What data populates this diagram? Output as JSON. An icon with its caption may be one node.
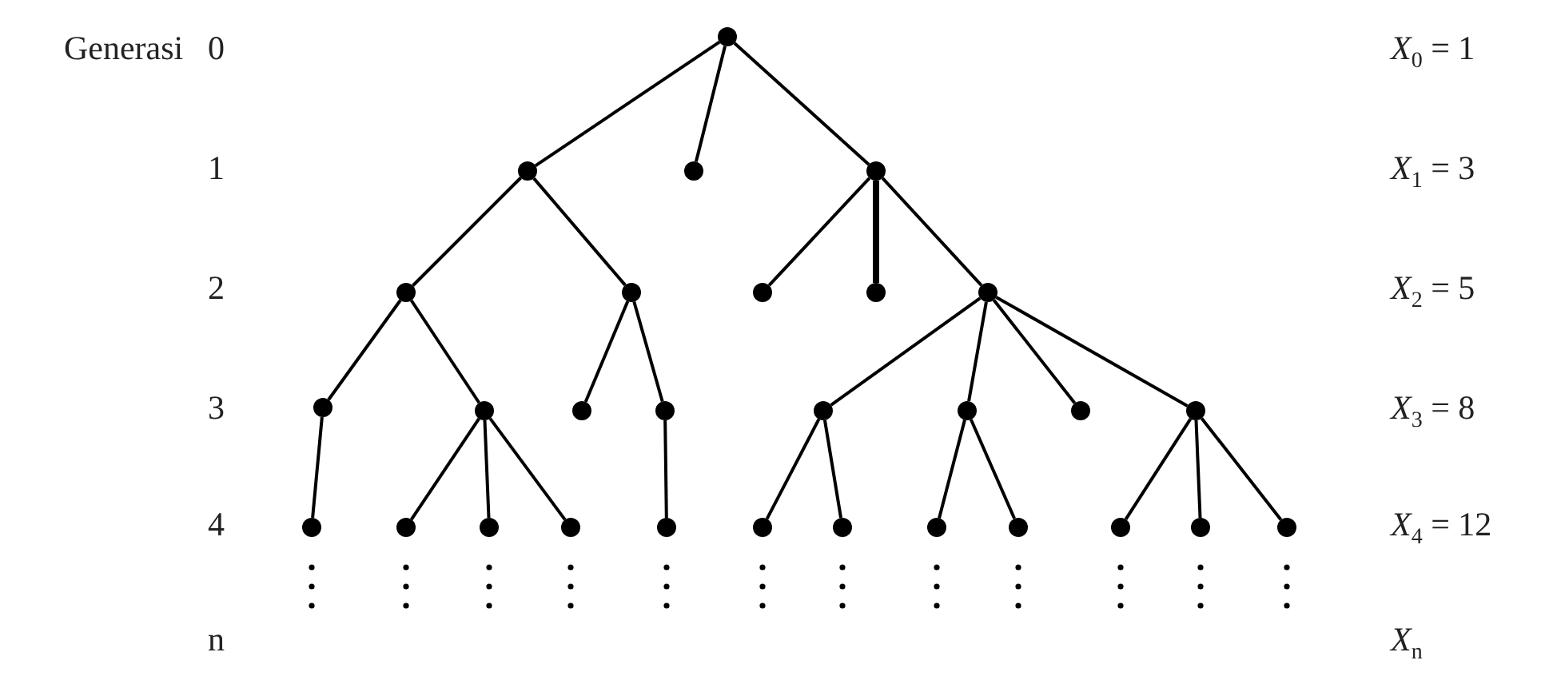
{
  "diagram": {
    "nodes": [
      {
        "text": [],
        "shape": "circle"
      },
      {
        "text": [],
        "shape": "circle"
      },
      {
        "text": [],
        "shape": "circle"
      },
      {
        "text": [],
        "shape": "circle"
      },
      {
        "text": [],
        "shape": "circle"
      },
      {
        "text": [],
        "shape": "circle"
      },
      {
        "text": [],
        "shape": "circle"
      },
      {
        "text": [],
        "shape": "circle"
      },
      {
        "text": [],
        "shape": "circle"
      },
      {
        "text": [],
        "shape": "circle"
      },
      {
        "text": [],
        "shape": "circle"
      },
      {
        "text": [],
        "shape": "circle"
      },
      {
        "text": [],
        "shape": "circle"
      },
      {
        "text": [],
        "shape": "circle"
      },
      {
        "text": [],
        "shape": "circle"
      },
      {
        "text": [],
        "shape": "circle"
      },
      {
        "text": [],
        "shape": "circle"
      },
      {
        "text": [],
        "shape": "circle"
      },
      {
        "text": [],
        "shape": "circle"
      },
      {
        "text": [],
        "shape": "circle"
      },
      {
        "text": [],
        "shape": "circle"
      },
      {
        "text": [],
        "shape": "circle"
      },
      {
        "text": [],
        "shape": "circle"
      },
      {
        "text": [],
        "shape": "circle"
      },
      {
        "text": [],
        "shape": "circle"
      },
      {
        "text": [],
        "shape": "circle"
      },
      {
        "text": [],
        "shape": "circle"
      },
      {
        "text": [],
        "shape": "circle"
      },
      {
        "text": [],
        "shape": "circle"
      }
    ],
    "edges": [
      {
        "from": 0,
        "to": 1,
        "arrow": "none"
      },
      {
        "from": 0,
        "to": 2,
        "arrow": "none"
      },
      {
        "from": 0,
        "to": 3,
        "arrow": "none"
      },
      {
        "from": 1,
        "to": 4,
        "arrow": "none"
      },
      {
        "from": 1,
        "to": 5,
        "arrow": "none"
      },
      {
        "from": 3,
        "to": 6,
        "arrow": "none"
      },
      {
        "from": 3,
        "to": 7,
        "arrow": "none",
        "style": "thick"
      },
      {
        "from": 3,
        "to": 8,
        "arrow": "none"
      },
      {
        "from": 4,
        "to": 9,
        "arrow": "none"
      },
      {
        "from": 4,
        "to": 10,
        "arrow": "none"
      },
      {
        "from": 5,
        "to": 11,
        "arrow": "none"
      },
      {
        "from": 5,
        "to": 12,
        "arrow": "none"
      },
      {
        "from": 8,
        "to": 13,
        "arrow": "none"
      },
      {
        "from": 8,
        "to": 14,
        "arrow": "none"
      },
      {
        "from": 8,
        "to": 15,
        "arrow": "none"
      },
      {
        "from": 8,
        "to": 16,
        "arrow": "none"
      },
      {
        "from": 9,
        "to": 17,
        "arrow": "none"
      },
      {
        "from": 10,
        "to": 18,
        "arrow": "none"
      },
      {
        "from": 10,
        "to": 19,
        "arrow": "none"
      },
      {
        "from": 10,
        "to": 20,
        "arrow": "none"
      },
      {
        "from": 12,
        "to": 21,
        "arrow": "none"
      },
      {
        "from": 13,
        "to": 22,
        "arrow": "none"
      },
      {
        "from": 13,
        "to": 23,
        "arrow": "none"
      },
      {
        "from": 14,
        "to": 24,
        "arrow": "none"
      },
      {
        "from": 14,
        "to": 25,
        "arrow": "none"
      },
      {
        "from": 16,
        "to": 26,
        "arrow": "none"
      },
      {
        "from": 16,
        "to": 27,
        "arrow": "none"
      },
      {
        "from": 16,
        "to": 28,
        "arrow": "none"
      }
    ],
    "labels": [
      "Generasi",
      "0",
      "*X*$_{0}$ = 1",
      "1",
      "*X*$_{1}$ = 3",
      "2",
      "*X*$_{2}$ = 5",
      "3",
      "*X*$_{3}$ = 8",
      "4",
      "*X*$_{4}$ = 12",
      "n",
      "*X*$_{n}$"
    ]
  }
}
